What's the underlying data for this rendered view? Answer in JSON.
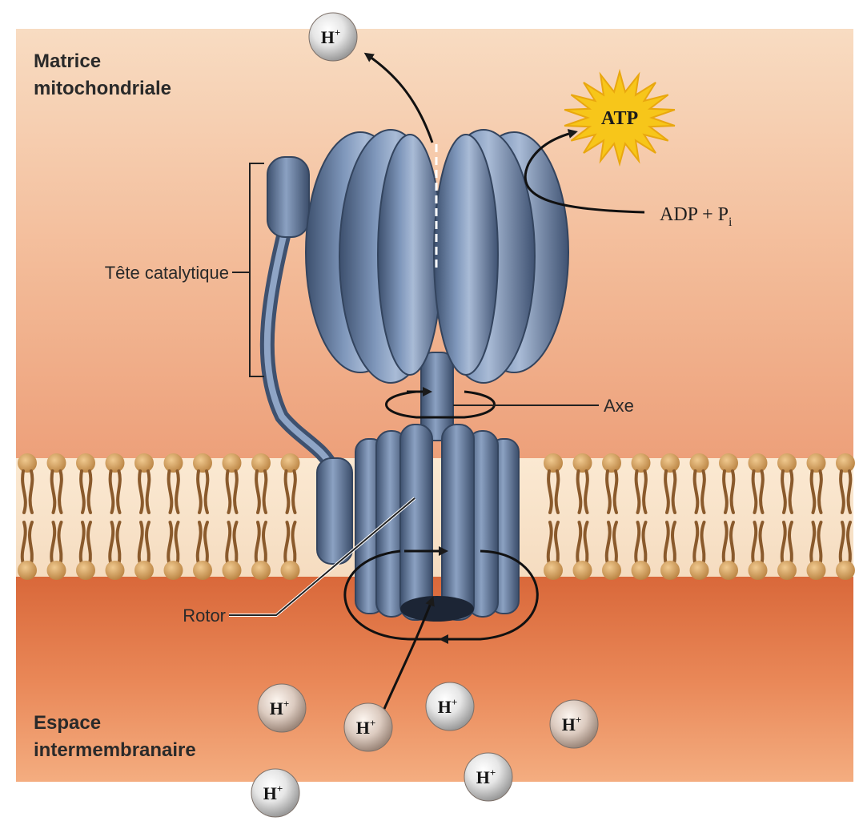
{
  "labels": {
    "matrix_line1": "Matrice",
    "matrix_line2": "mitochondriale",
    "intermembrane_line1": "Espace",
    "intermembrane_line2": "intermembranaire",
    "catalytic_head": "Tête catalytique",
    "axle": "Axe",
    "rotor": "Rotor",
    "atp": "ATP",
    "adp_pi_main": "ADP + P",
    "adp_pi_sub": "i"
  },
  "ion": {
    "symbol": "H",
    "charge": "+"
  },
  "colors": {
    "matrix_top": "#f7d5b8",
    "matrix_bottom": "#efa37c",
    "intermembrane": "#e47a4c",
    "protein": "#6f86a8",
    "protein_dark": "#3d506e",
    "lipid_head": "#c9955a",
    "lipid_tail": "#8a5a2c",
    "atp_star": "#f5c516"
  }
}
